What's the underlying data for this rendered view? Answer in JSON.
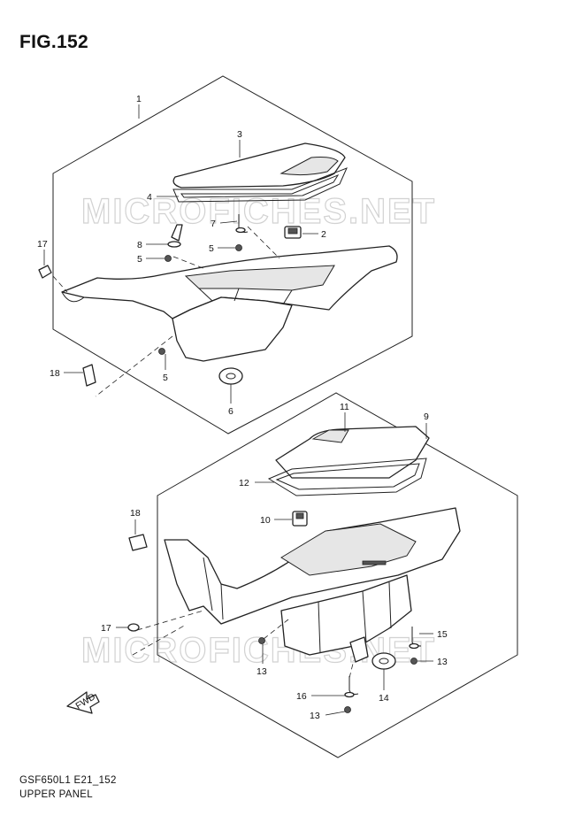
{
  "figure": {
    "title": "FIG.152"
  },
  "footer": {
    "code": "GSF650L1 E21_152",
    "name": "UPPER PANEL"
  },
  "watermark": {
    "text": "MICROFICHES.NET"
  },
  "fwd_label": "FWD",
  "callouts": {
    "c1": "1",
    "c2": "2",
    "c3": "3",
    "c4": "4",
    "c5a": "5",
    "c5b": "5",
    "c5c": "5",
    "c6": "6",
    "c7": "7",
    "c8": "8",
    "c9": "9",
    "c10": "10",
    "c11": "11",
    "c12": "12",
    "c13a": "13",
    "c13b": "13",
    "c13c": "13",
    "c14": "14",
    "c15": "15",
    "c16": "16",
    "c17a": "17",
    "c17b": "17",
    "c18a": "18",
    "c18b": "18"
  }
}
